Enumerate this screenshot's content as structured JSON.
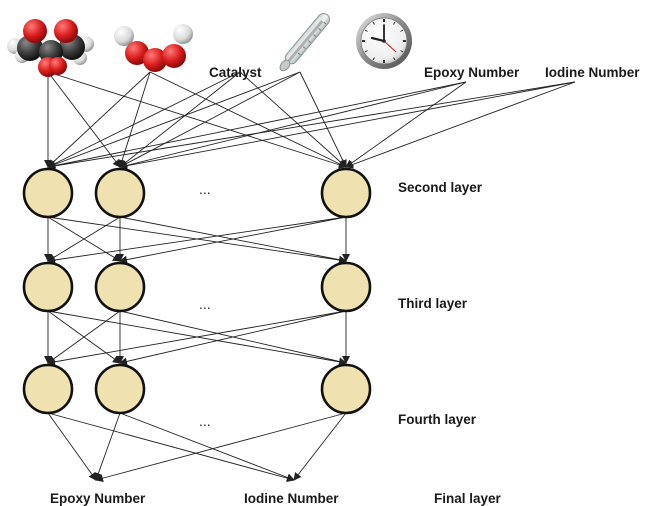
{
  "inputs": {
    "catalyst": "Catalyst",
    "epoxy_number": "Epoxy Number",
    "iodine_number": "Iodine Number",
    "icons": [
      "molecule-icon-1",
      "molecule-icon-2",
      "thermometer-icon",
      "clock-icon"
    ]
  },
  "layers": {
    "second": "Second layer",
    "third": "Third layer",
    "fourth": "Fourth layer",
    "final": "Final layer"
  },
  "ellipsis": "...",
  "outputs": {
    "epoxy_number": "Epoxy Number",
    "iodine_number": "Iodine Number"
  },
  "colors": {
    "node_fill": "#efe1b0",
    "node_stroke": "#111111",
    "edge": "#222222"
  }
}
